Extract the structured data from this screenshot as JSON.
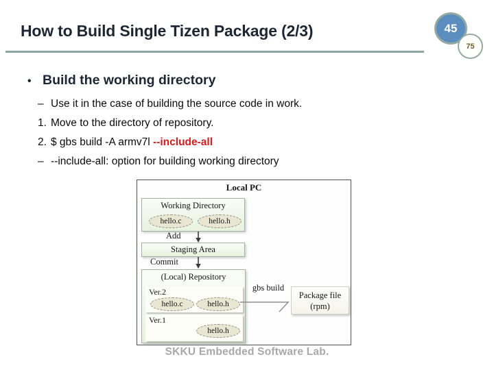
{
  "slide": {
    "title": "How to Build Single Tizen Package (2/3)",
    "page_number": "45",
    "total_pages": "75",
    "footer": "SKKU Embedded Software Lab."
  },
  "content": {
    "bullet_char": "•",
    "heading": "Build the working directory",
    "items": [
      {
        "marker": "–",
        "text": "Use it in the case of building the source code in work."
      },
      {
        "marker": "1.",
        "text": "Move to the directory of repository."
      },
      {
        "marker": "2.",
        "text": "$ gbs build -A armv7l ",
        "highlight": "--include-all"
      },
      {
        "marker": "–",
        "text": "--include-all: option for building working directory"
      }
    ]
  },
  "diagram": {
    "title": "Local PC",
    "working_directory": {
      "label": "Working Directory",
      "files": [
        "hello.c",
        "hello.h"
      ]
    },
    "add_label": "Add",
    "staging_area_label": "Staging Area",
    "commit_label": "Commit",
    "repository": {
      "label": "(Local) Repository",
      "versions": [
        {
          "name": "Ver.2",
          "files": [
            "hello.c",
            "hello.h"
          ]
        },
        {
          "name": "Ver.1",
          "files": [
            "hello.h"
          ]
        }
      ]
    },
    "gbs_build_label": "gbs build",
    "package_file": {
      "line1": "Package file",
      "line2": "(rpm)"
    }
  },
  "colors": {
    "accent_line": "#8ba79f",
    "badge_blue": "#5b8dbe",
    "badge_ring": "#93a9a3",
    "highlight_red": "#cc1f1f",
    "box_green": "#e6f2de",
    "ellipse_tan": "#e9e6d3",
    "footer_gray": "#a8a8a8"
  }
}
